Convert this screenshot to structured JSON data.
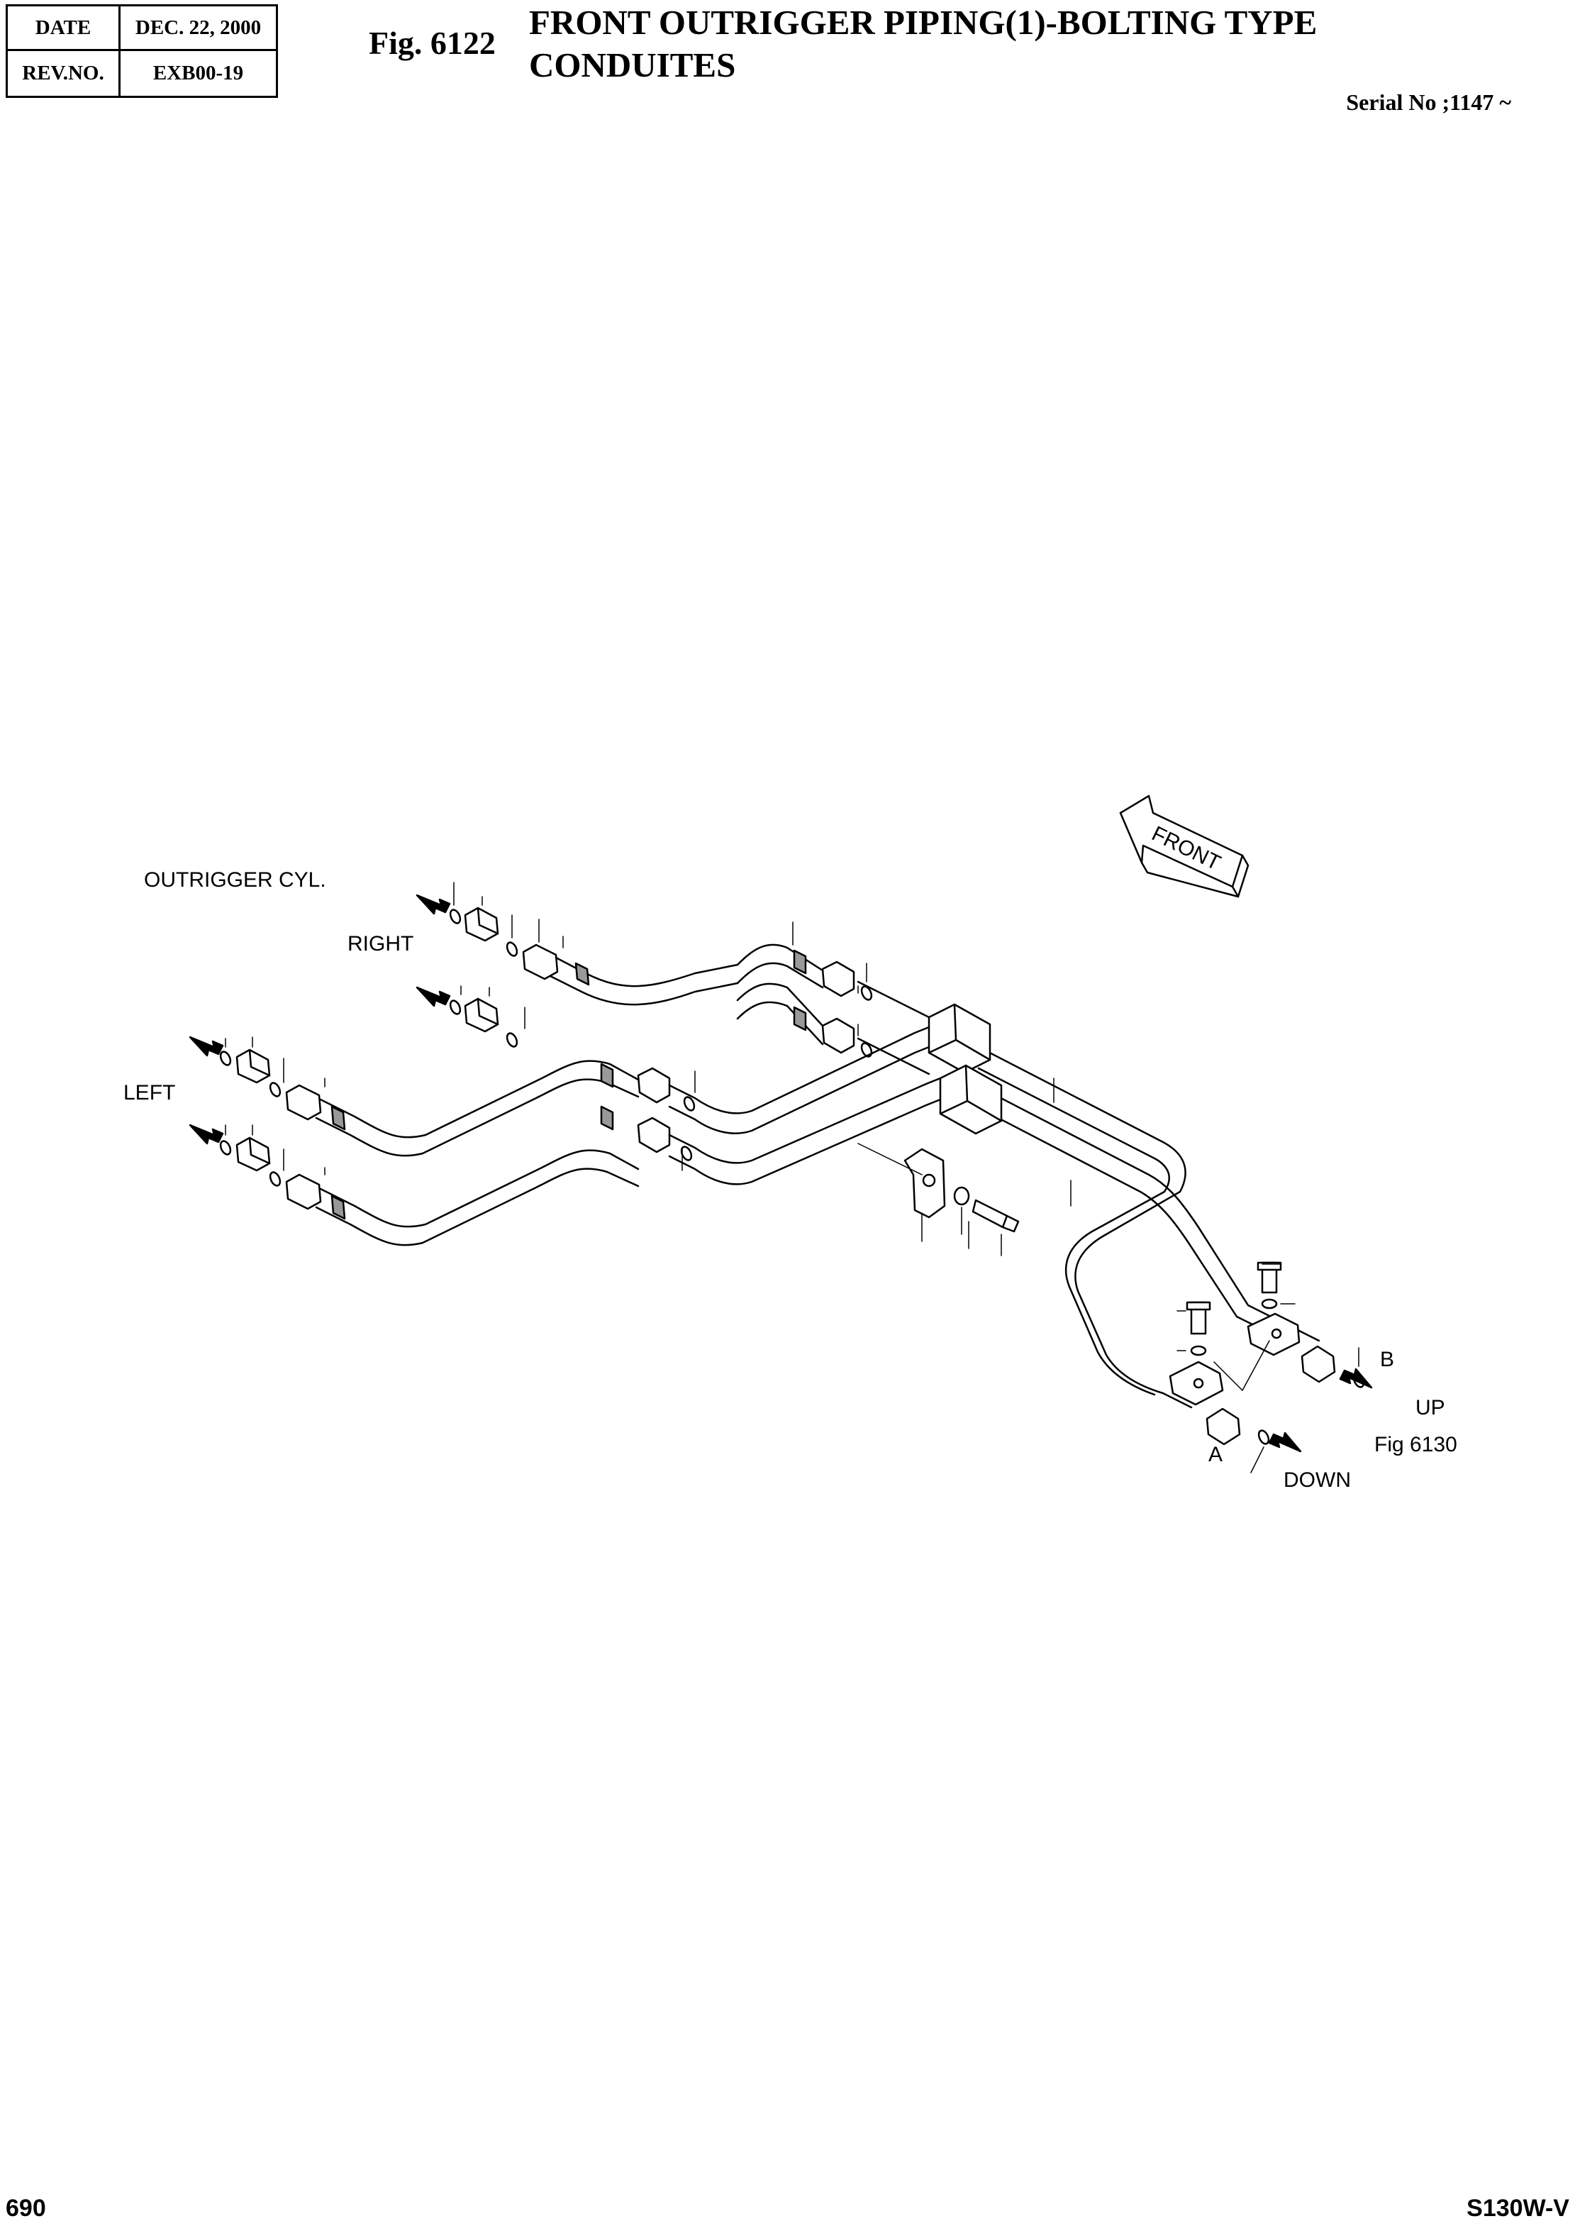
{
  "header": {
    "date_label": "DATE",
    "date_value": "DEC. 22, 2000",
    "rev_label": "REV.NO.",
    "rev_value": "EXB00-19",
    "fig_number": "Fig. 6122",
    "title_line1": "FRONT OUTRIGGER PIPING(1)-BOLTING TYPE",
    "title_line2": "CONDUITES",
    "serial": "Serial No ;1147 ~"
  },
  "diagram": {
    "labels": {
      "outrigger_cyl": "OUTRIGGER CYL.",
      "right": "RIGHT",
      "left": "LEFT",
      "front": "FRONT",
      "port_a": "A",
      "port_b": "B",
      "up": "UP",
      "down": "DOWN",
      "fig_ref": "Fig 6130"
    }
  },
  "footer": {
    "page": "690",
    "model": "S130W-V"
  }
}
